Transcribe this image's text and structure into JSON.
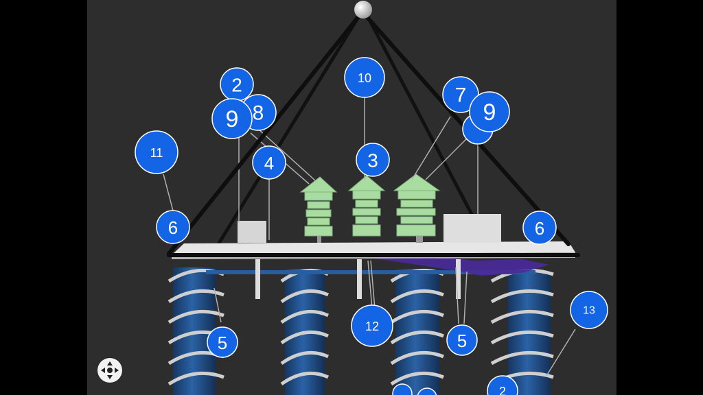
{
  "viewer": {
    "background": "#2d2d2d",
    "callout_color": "#1464e6",
    "coil_color": "#1f4e8c",
    "model_color": "#a9dca0",
    "navigation_control": "move-arrows-icon"
  },
  "callouts": [
    {
      "label": "2"
    },
    {
      "label": "8"
    },
    {
      "label": "9"
    },
    {
      "label": "10"
    },
    {
      "label": "7"
    },
    {
      "label": "9"
    },
    {
      "label": "11"
    },
    {
      "label": "4"
    },
    {
      "label": "3"
    },
    {
      "label": "6"
    },
    {
      "label": "6"
    },
    {
      "label": "12"
    },
    {
      "label": "5"
    },
    {
      "label": "13"
    },
    {
      "label": "5"
    },
    {
      "label": "2"
    }
  ]
}
